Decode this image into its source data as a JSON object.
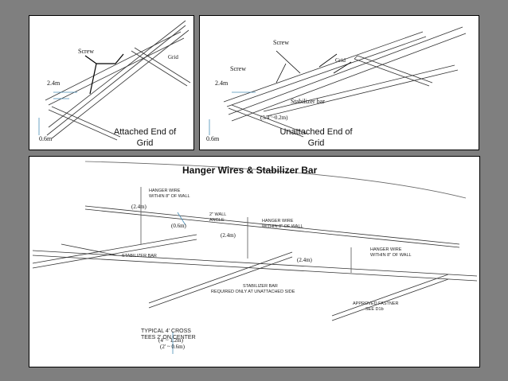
{
  "slide": {
    "background": "#7f7f7f"
  },
  "panel1": {
    "screw": "Screw",
    "grid": "Grid",
    "dim_24": "2.4m",
    "dim_06": "0.6m",
    "caption_line1": "Attached End of",
    "caption_line2": "Grid"
  },
  "panel2": {
    "screw_top": "Screw",
    "screw_mid": "Screw",
    "grid": "Grid",
    "dim_24": "2.4m",
    "stabilizer": "Stabilizer bar",
    "dim_34": "(3/4\"~0.2m)",
    "dim_06": "0.6m",
    "caption_line1": "Unattached End of",
    "caption_line2": "Grid"
  },
  "panel3": {
    "title": "Hanger Wires & Stabilizer Bar",
    "hanger_1": [
      "HANGER WIRE",
      "WITHIN 8\" OF WALL"
    ],
    "hanger_2": [
      "HANGER WIRE",
      "WITHIN 8\" OF WALL"
    ],
    "hanger_3": [
      "HANGER WIRE",
      "WITHIN 8\" OF WALL"
    ],
    "wall_angle": [
      "2\" WALL",
      "ANGLE"
    ],
    "stab_bar": "STABILIZER BAR",
    "stab_note": [
      "STABILIZER BAR",
      "REQUIRED ONLY AT UNATTACHED SIDE"
    ],
    "fastener": [
      "APPROVED FASTNER",
      "SEE D1b"
    ],
    "typical": [
      "TYPICAL 4' CROSS",
      "TEES 2' ON CENTER"
    ],
    "dim_24a": "(2.4m)",
    "dim_06": "(0.6m)",
    "dim_24b": "(2.4m)",
    "dim_24c": "(2.4m)",
    "dim_12": "(4' ~ 1.2m)",
    "dim_06b": "(2' ~ 0.6m)"
  }
}
